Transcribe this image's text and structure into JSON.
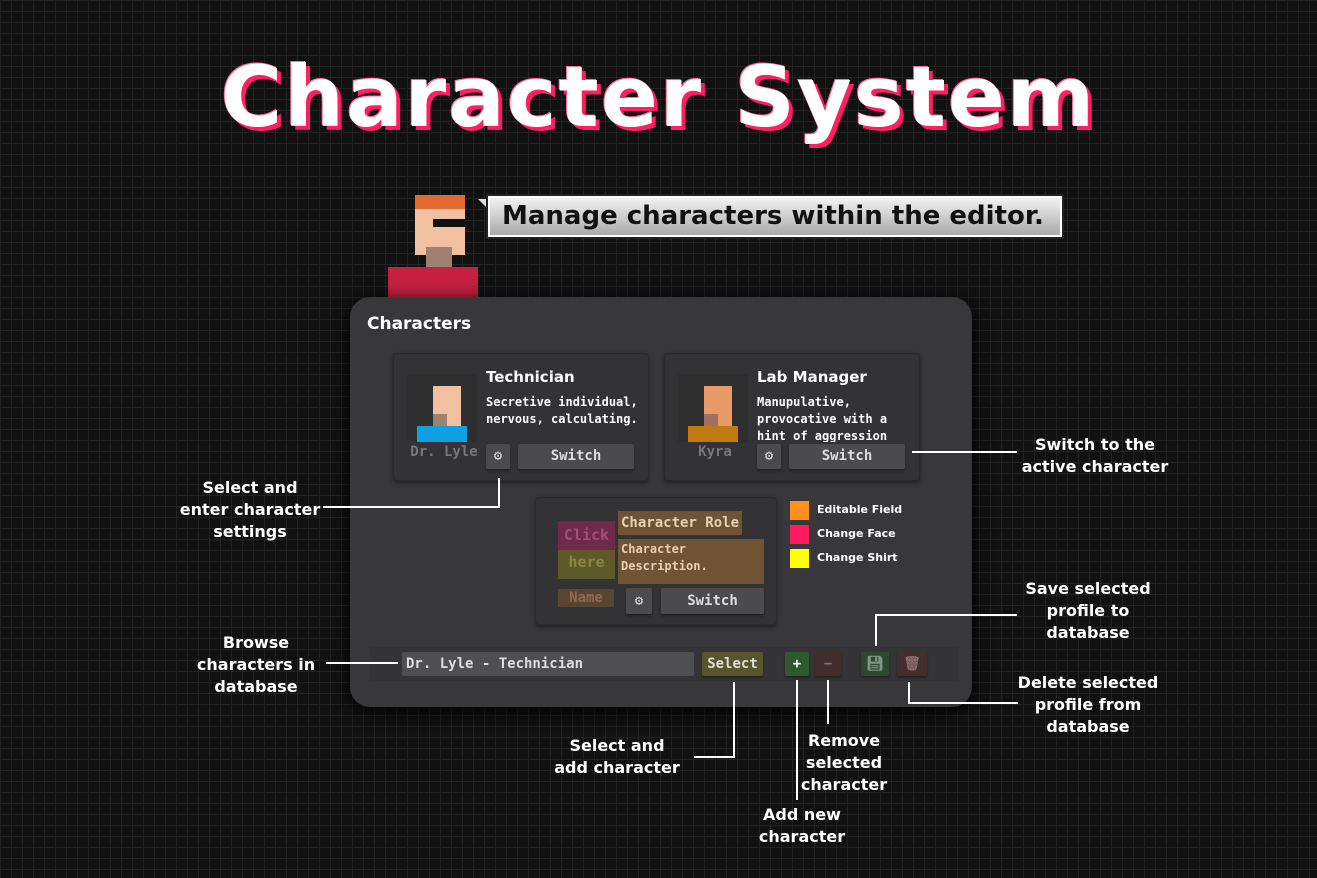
{
  "title": "Character System",
  "tagline": "Manage characters within the editor.",
  "panel": {
    "title": "Characters",
    "cards": [
      {
        "role": "Technician",
        "description": "Secretive individual, nervous, calculating.",
        "name": "Dr. Lyle",
        "switch_label": "Switch",
        "skin": "#f1c0a0",
        "shirt": "#0ea0e0"
      },
      {
        "role": "Lab Manager",
        "description": "Manupulative, provocative with a hint of aggression",
        "name": "Kyra",
        "switch_label": "Switch",
        "skin": "#e89a68",
        "shirt": "#c07a10"
      }
    ],
    "template": {
      "click": "Click",
      "here": "here",
      "role": "Character Role",
      "description": "Character Description.",
      "name": "Name",
      "switch_label": "Switch"
    },
    "legend": [
      {
        "label": "Editable Field",
        "color": "#ff9020"
      },
      {
        "label": "Change Face",
        "color": "#ff1a60"
      },
      {
        "label": "Change Shirt",
        "color": "#ffff00"
      }
    ],
    "bottom": {
      "search_value": "Dr. Lyle - Technician",
      "select_label": "Select",
      "add_label": "+",
      "remove_label": "−"
    }
  },
  "annotations": {
    "settings": "Select and enter character settings",
    "switch": "Switch to the active character",
    "browse": "Browse characters in database",
    "select_add": "Select and add character",
    "add": "Add new character",
    "remove": "Remove selected character",
    "save": "Save selected profile to database",
    "delete": "Delete selected profile from database"
  }
}
